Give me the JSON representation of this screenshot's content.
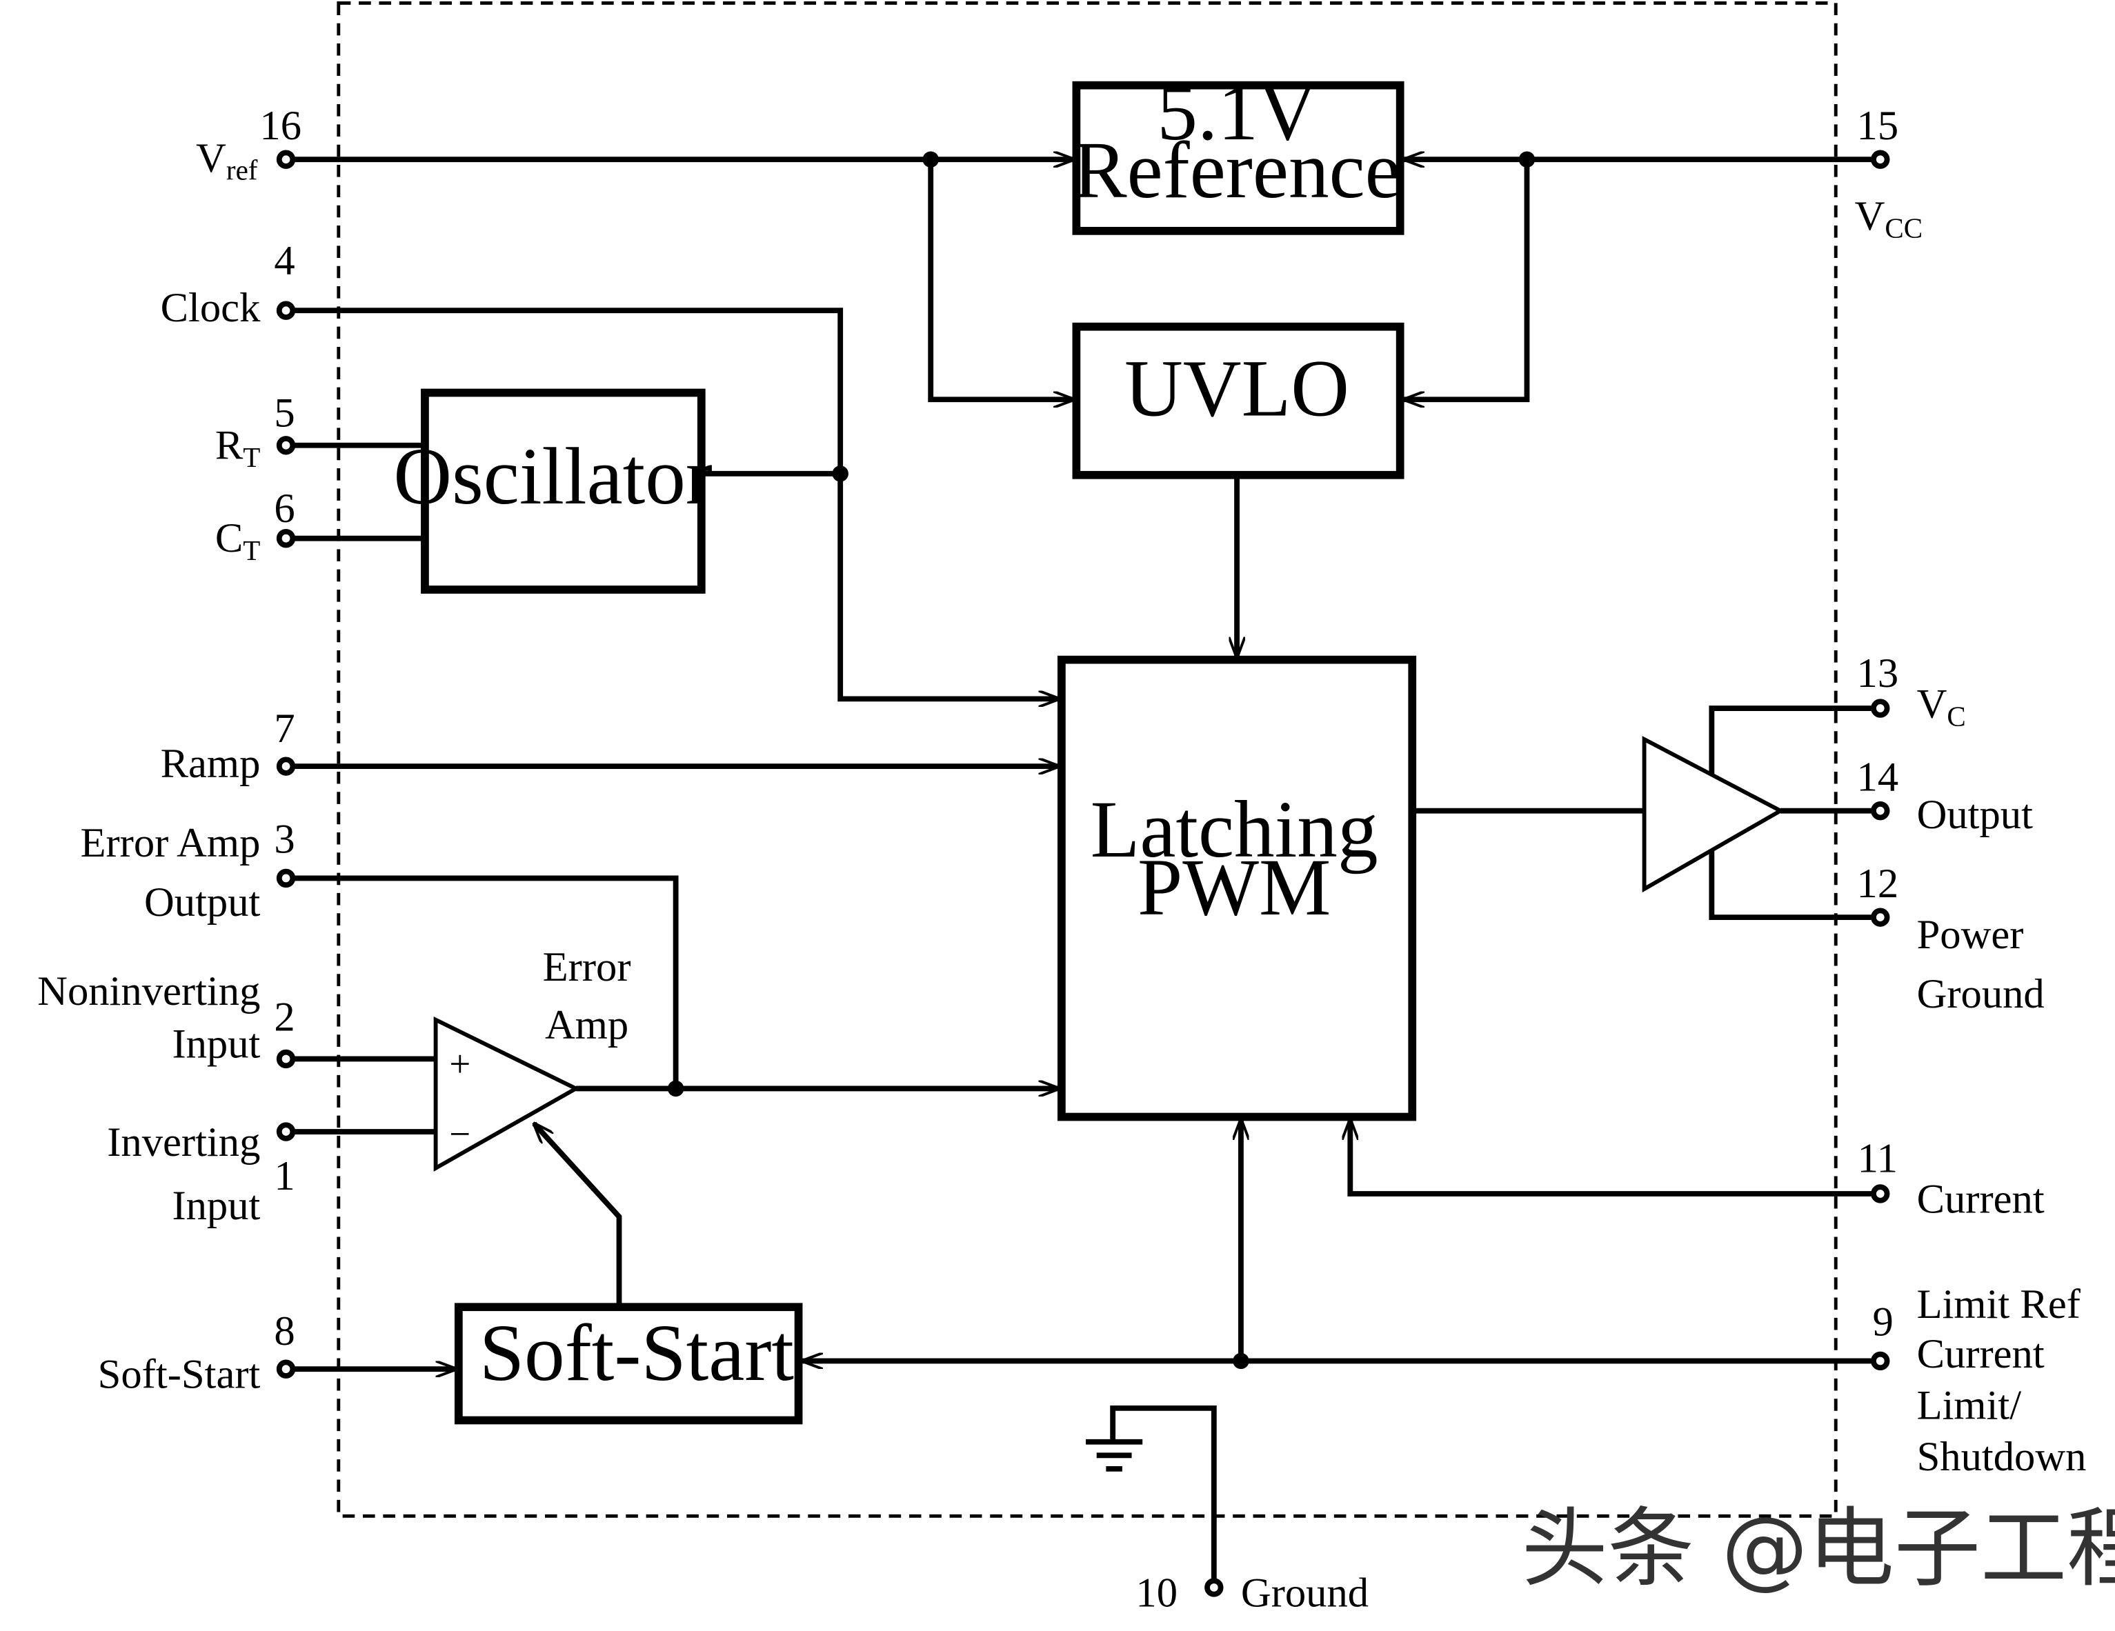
{
  "blocks": {
    "reference_line1": "5.1V",
    "reference_line2": "Reference",
    "uvlo": "UVLO",
    "oscillator": "Oscillator",
    "pwm_line1": "Latching",
    "pwm_line2": "PWM",
    "error_amp_line1": "Error",
    "error_amp_line2": "Amp",
    "soft_start": "Soft-Start",
    "plus": "+",
    "minus": "−"
  },
  "pins": {
    "vref": {
      "number": "16",
      "label": "V",
      "sub": "ref"
    },
    "vcc": {
      "number": "15",
      "label": "V",
      "sub": "CC"
    },
    "clock": {
      "number": "4",
      "label": "Clock"
    },
    "rt": {
      "number": "5",
      "label": "R",
      "sub": "T"
    },
    "ct": {
      "number": "6",
      "label": "C",
      "sub": "T"
    },
    "ramp": {
      "number": "7",
      "label": "Ramp"
    },
    "error_amp_output": {
      "number": "3",
      "line1": "Error Amp",
      "line2": "Output"
    },
    "noninverting_input": {
      "number": "2",
      "line1": "Noninverting",
      "line2": "Input"
    },
    "inverting_input": {
      "number": "1",
      "line1": "Inverting",
      "line2": "Input"
    },
    "soft_start": {
      "number": "8",
      "label": "Soft-Start"
    },
    "vc": {
      "number": "13",
      "label": "V",
      "sub": "C"
    },
    "output": {
      "number": "14",
      "label": "Output"
    },
    "power_ground": {
      "number": "12",
      "line1": "Power",
      "line2": "Ground"
    },
    "current_limit_ref": {
      "number": "11",
      "line1": "Current",
      "line2": "Limit Ref"
    },
    "shutdown": {
      "number": "9",
      "line1": "Current",
      "line2": "Limit/",
      "line3": "Shutdown"
    },
    "ground": {
      "number": "10",
      "label": "Ground"
    }
  },
  "watermark": "头条 @电子工程师小李"
}
